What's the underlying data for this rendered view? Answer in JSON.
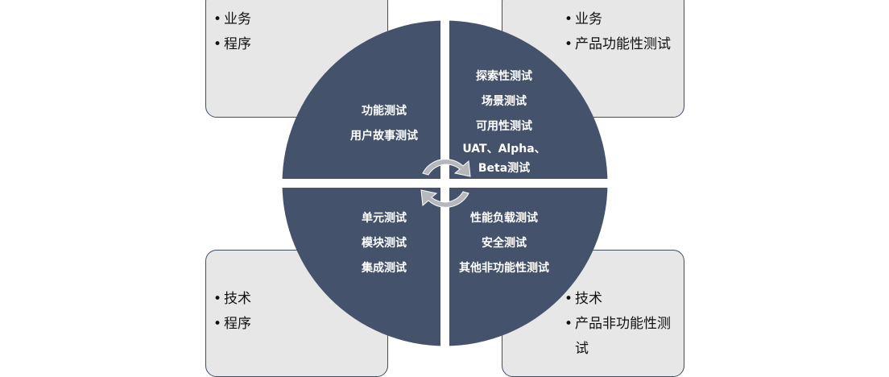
{
  "quadrants": {
    "top_left": {
      "box_items": [
        "业务",
        "程序"
      ],
      "wheel_items": [
        "功能测试",
        "用户故事测试"
      ]
    },
    "top_right": {
      "box_items": [
        "业务",
        "产品功能性测试"
      ],
      "wheel_items": [
        "探索性测试",
        "场景测试",
        "可用性测试",
        "UAT、Alpha、",
        "Beta测试"
      ]
    },
    "bottom_left": {
      "box_items": [
        "技术",
        "程序"
      ],
      "wheel_items": [
        "单元测试",
        "模块测试",
        "集成测试"
      ]
    },
    "bottom_right": {
      "box_items": [
        "技术",
        "产品非功能性测",
        "试"
      ],
      "wheel_items": [
        "性能负载测试",
        "安全测试",
        "其他非功能性测试"
      ]
    }
  },
  "colors": {
    "wheel_fill": "#44536b",
    "box_fill": "#e7e7e7",
    "arrow": "#b4b8bd"
  }
}
